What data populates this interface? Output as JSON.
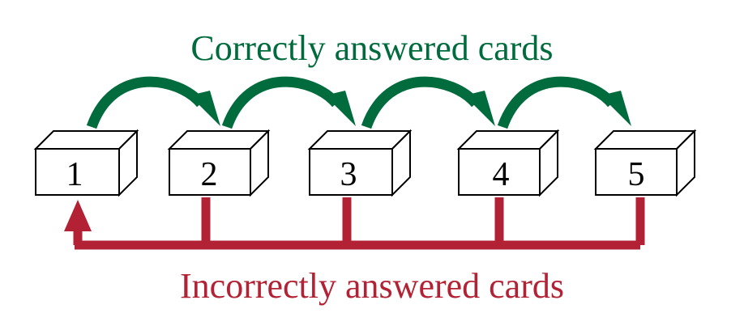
{
  "captions": {
    "correct": "Correctly answered cards",
    "incorrect": "Incorrectly answered cards"
  },
  "boxes": [
    {
      "label": "1"
    },
    {
      "label": "2"
    },
    {
      "label": "3"
    },
    {
      "label": "4"
    },
    {
      "label": "5"
    }
  ],
  "colors": {
    "correct": "#006B3C",
    "incorrect": "#B22234",
    "outline": "#000000"
  }
}
